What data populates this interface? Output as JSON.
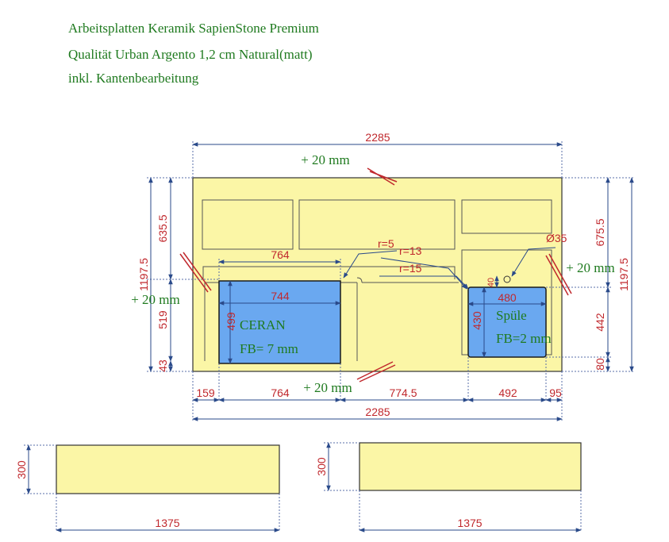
{
  "header": {
    "line1": "Arbeitsplatten Keramik SapienStone Premium",
    "line2": "Qualität Urban Argento 1,2 cm Natural(matt)",
    "line3": "inkl. Kantenbearbeitung"
  },
  "labels": {
    "width_top": "2285",
    "width_bottom": "2285",
    "edge_top": "+ 20 mm",
    "edge_bottom": "+ 20 mm",
    "edge_left": "+ 20 mm",
    "edge_right": "+ 20 mm",
    "height_left": "1197.5",
    "height_right": "1197.5",
    "left_upper": "635.5",
    "left_mid": "519",
    "left_low": "43",
    "right_upper": "675.5",
    "right_mid": "442",
    "right_low": "80",
    "ceran_outer": "764",
    "ceran_inner": "744",
    "ceran_height": "499",
    "ceran_name": "CERAN",
    "ceran_fb": "FB= 7 mm",
    "r5": "r=5",
    "r13": "r=13",
    "r15": "r=15",
    "diameter": "Ø35",
    "sink_offset": "40",
    "sink_width": "480",
    "sink_height": "430",
    "sink_name": "Spüle",
    "sink_fb": "FB=2 mm",
    "seg1": "159",
    "seg2": "764",
    "seg3": "774.5",
    "seg4": "492",
    "seg5": "95",
    "panel1_height": "300",
    "panel1_width": "1375",
    "panel2_height": "300",
    "panel2_width": "1375"
  },
  "colors": {
    "worktop": "#fbf6a6",
    "cutout": "#6aa8f0",
    "dimension_text": "#c0282d",
    "note_text": "#1f7a1f",
    "dimension_line": "#2a4a8a"
  }
}
